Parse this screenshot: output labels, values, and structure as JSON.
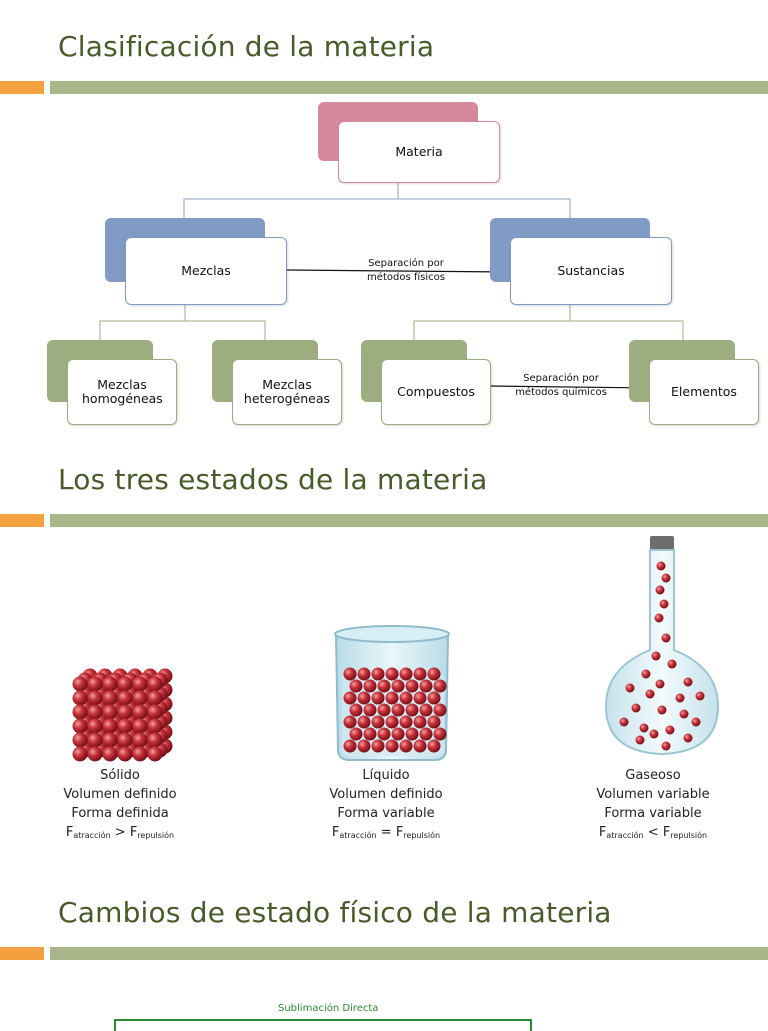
{
  "sections": {
    "clasificacion": "Clasificación de la materia",
    "estados": "Los tres estados de la materia",
    "cambios": "Cambios de estado físico de la materia"
  },
  "diagram": {
    "materia": "Materia",
    "mezclas": "Mezclas",
    "sustancias": "Sustancias",
    "homogeneas": "Mezclas homogéneas",
    "heterogeneas": "Mezclas heterogéneas",
    "compuestos": "Compuestos",
    "elementos": "Elementos",
    "sep_fisicos_1": "Separación por",
    "sep_fisicos_2": "métodos físicos",
    "sep_quimicos_1": "Separación por",
    "sep_quimicos_2": "métodos químicos",
    "colors": {
      "pink": "#d4899e",
      "blue": "#7f9bc6",
      "green": "#9cae80"
    }
  },
  "states": {
    "solido": {
      "name": "Sólido",
      "line1": "Volumen definido",
      "line2": "Forma definida",
      "op": ">"
    },
    "liquido": {
      "name": "Líquido",
      "line1": "Volumen definido",
      "line2": "Forma variable",
      "op": "="
    },
    "gaseoso": {
      "name": "Gaseoso",
      "line1": "Volumen variable",
      "line2": "Forma variable",
      "op": "<"
    },
    "F": "F",
    "sub_atr": "atracción",
    "sub_rep": "repulsión"
  },
  "cambios": {
    "sublimacion": "Sublimación Directa"
  }
}
